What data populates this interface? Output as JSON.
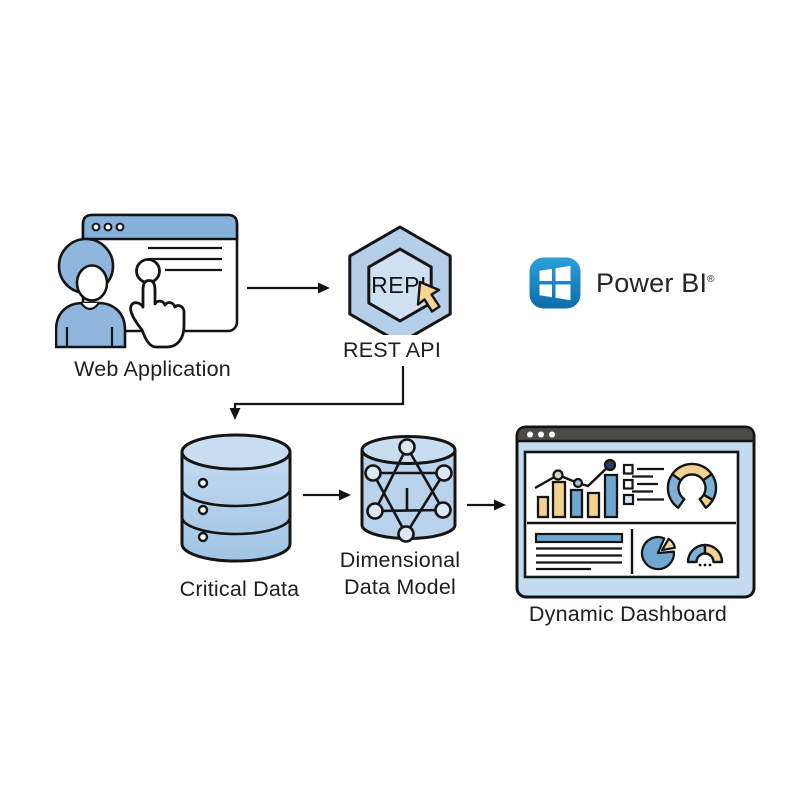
{
  "nodes": {
    "web_application": {
      "label": "Web Application"
    },
    "rest_api": {
      "label": "REST API",
      "badge_text": "REPI"
    },
    "power_bi": {
      "name": "Power BI",
      "registered_mark": "®"
    },
    "critical_data": {
      "label": "Critical Data"
    },
    "dimensional_data_model": {
      "label": "Dimensional\nData Model"
    },
    "dynamic_dashboard": {
      "label": "Dynamic Dashboard"
    }
  },
  "flow": [
    "Web Application → REST API",
    "REST API → Critical Data",
    "Critical Data → Dimensional Data Model",
    "Dimensional Data Model → Dynamic Dashboard"
  ],
  "colors": {
    "outline": "#141414",
    "light_blue_fill": "#aecde9",
    "pale_blue_fill": "#cfe0f1",
    "mid_blue": "#6ea7d1",
    "yellow": "#f2d191",
    "browser_titlebar_blue": "#85b1da",
    "dashboard_titlebar_dark": "#4b4b49",
    "powerbi_blue_top": "#2ba0d8",
    "powerbi_blue_bottom": "#0e6cab"
  }
}
